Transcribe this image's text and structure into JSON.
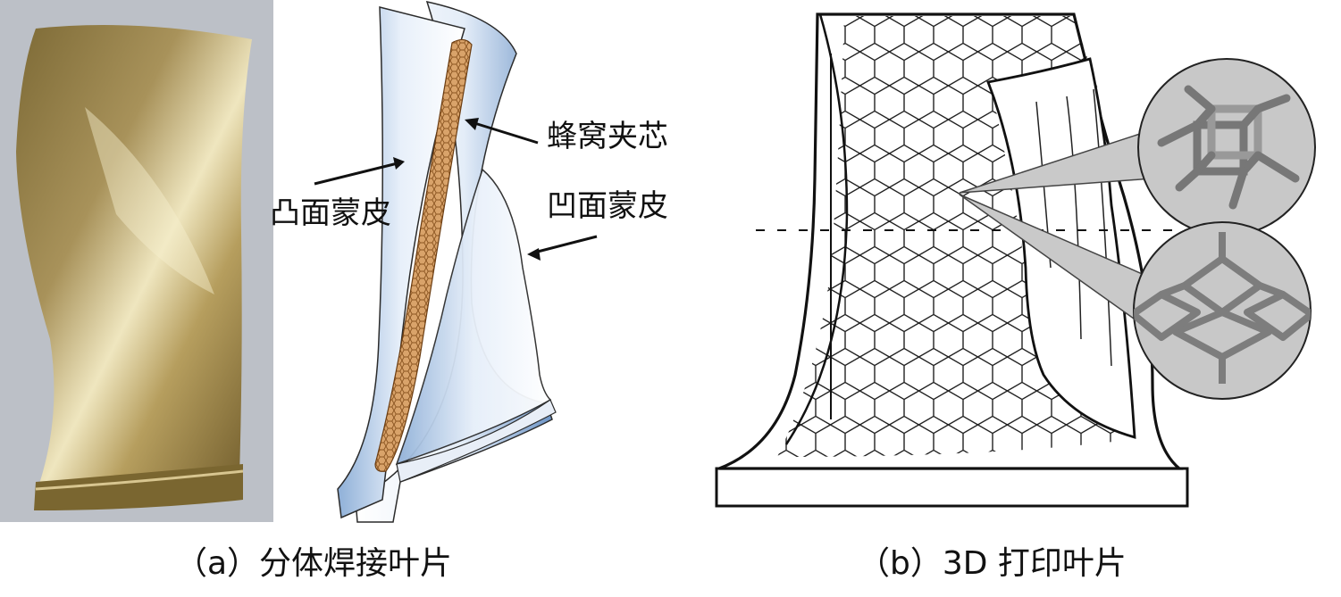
{
  "panel_a": {
    "labels": {
      "honeycomb_core": "蜂窝夹芯",
      "convex_skin": "凸面蒙皮",
      "concave_skin": "凹面蒙皮"
    },
    "caption": "（a）分体焊接叶片"
  },
  "panel_b": {
    "caption": "（b）3D 打印叶片"
  },
  "colors": {
    "photo_gold_light": "#e8dcae",
    "photo_gold_dark": "#6e5a2a",
    "photo_bg": "#b9bec6",
    "skin_blue": "#6d95c7",
    "core_orange": "#c8823e",
    "line": "#111111",
    "lattice_bg": "#c8c8c8",
    "lattice_strut": "#8e8e8e"
  }
}
